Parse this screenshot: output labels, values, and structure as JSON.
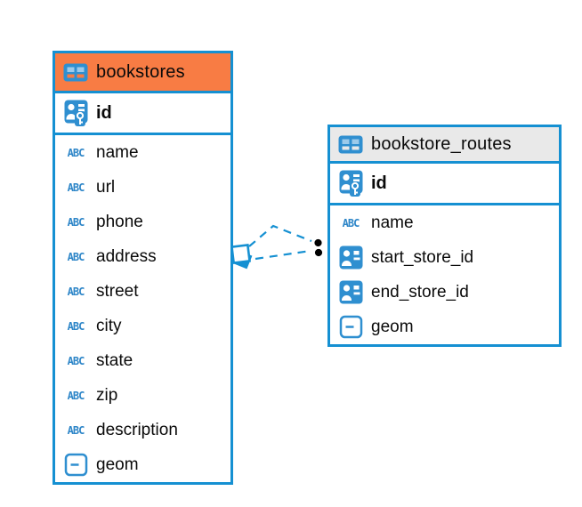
{
  "tables": [
    {
      "id": "bookstores",
      "name": "bookstores",
      "header_bg": "#F87C44",
      "columns": [
        {
          "name": "id",
          "type_icon": "primary-key-icon",
          "primary": true
        },
        {
          "name": "name",
          "type_icon": "text-icon"
        },
        {
          "name": "url",
          "type_icon": "text-icon"
        },
        {
          "name": "phone",
          "type_icon": "text-icon"
        },
        {
          "name": "address",
          "type_icon": "text-icon"
        },
        {
          "name": "street",
          "type_icon": "text-icon"
        },
        {
          "name": "city",
          "type_icon": "text-icon"
        },
        {
          "name": "state",
          "type_icon": "text-icon"
        },
        {
          "name": "zip",
          "type_icon": "text-icon"
        },
        {
          "name": "description",
          "type_icon": "text-icon"
        },
        {
          "name": "geom",
          "type_icon": "geometry-icon"
        }
      ]
    },
    {
      "id": "bookstore_routes",
      "name": "bookstore_routes",
      "header_bg": "#E9E9E9",
      "columns": [
        {
          "name": "id",
          "type_icon": "primary-key-icon",
          "primary": true
        },
        {
          "name": "name",
          "type_icon": "text-icon"
        },
        {
          "name": "start_store_id",
          "type_icon": "reference-icon"
        },
        {
          "name": "end_store_id",
          "type_icon": "reference-icon"
        },
        {
          "name": "geom",
          "type_icon": "geometry-icon"
        }
      ]
    }
  ],
  "relations": [
    {
      "from_table": "bookstores",
      "to_table": "bookstore_routes",
      "style": "dashed"
    },
    {
      "from_table": "bookstores",
      "to_table": "bookstore_routes",
      "style": "dashed"
    }
  ],
  "text_icon_label": "ABC",
  "colors": {
    "table_border": "#1590D2",
    "icon_blue": "#2F8FD0",
    "icon_cell_light": "#9CCAEA",
    "bookstores_header": "#F87C44",
    "bookstore_routes_header": "#E9E9E9",
    "relation_line": "#1590D2",
    "relation_dot": "#000000",
    "canvas_bg": "#FFFFFF"
  }
}
